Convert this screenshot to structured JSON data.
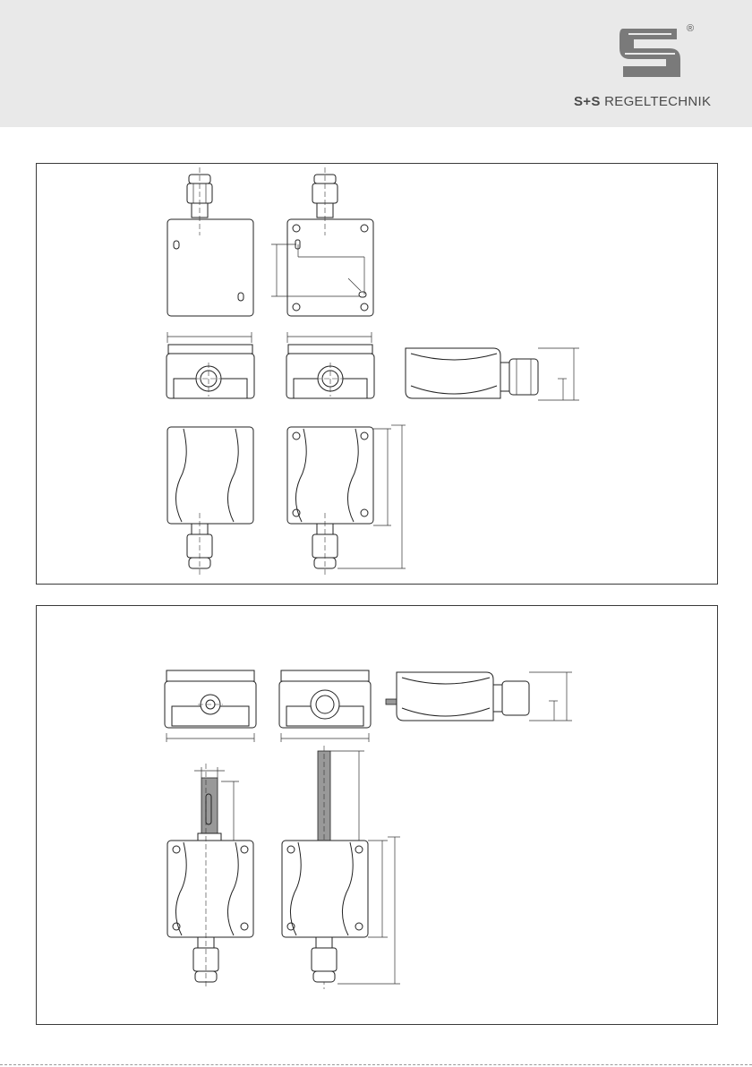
{
  "header": {
    "brand_prefix": "S+S",
    "brand_name": "REGELTECHNIK",
    "registered": "®",
    "logo_icon": "ss-logo-icon",
    "background": "#e9e9e9"
  },
  "panels": [
    {
      "id": "panel-1",
      "border_color": "#3a3a3a"
    },
    {
      "id": "panel-2",
      "border_color": "#3a3a3a"
    }
  ]
}
